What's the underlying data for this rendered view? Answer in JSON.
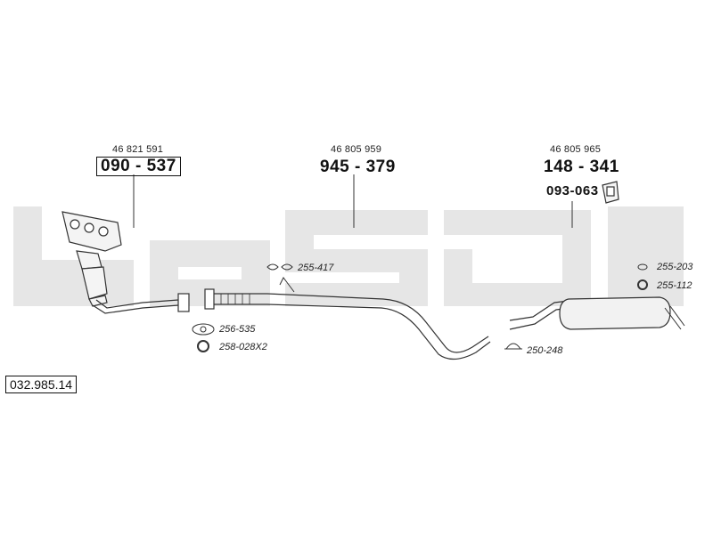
{
  "catalog_number": "032.985.14",
  "parts": [
    {
      "oe_number": "46 821 591",
      "part_number": "090 - 537",
      "boxed": true
    },
    {
      "oe_number": "46 805 959",
      "part_number": "945 - 379",
      "boxed": false
    },
    {
      "oe_number": "46 805 965",
      "part_number": "148 - 341",
      "boxed": false
    }
  ],
  "mount_part_number": "093-063",
  "accessories": [
    "255-417",
    "256-535",
    "258-028X2",
    "255-203",
    "255-112",
    "250-248"
  ],
  "colors": {
    "line": "#333333",
    "watermark": "#e6e6e6"
  }
}
